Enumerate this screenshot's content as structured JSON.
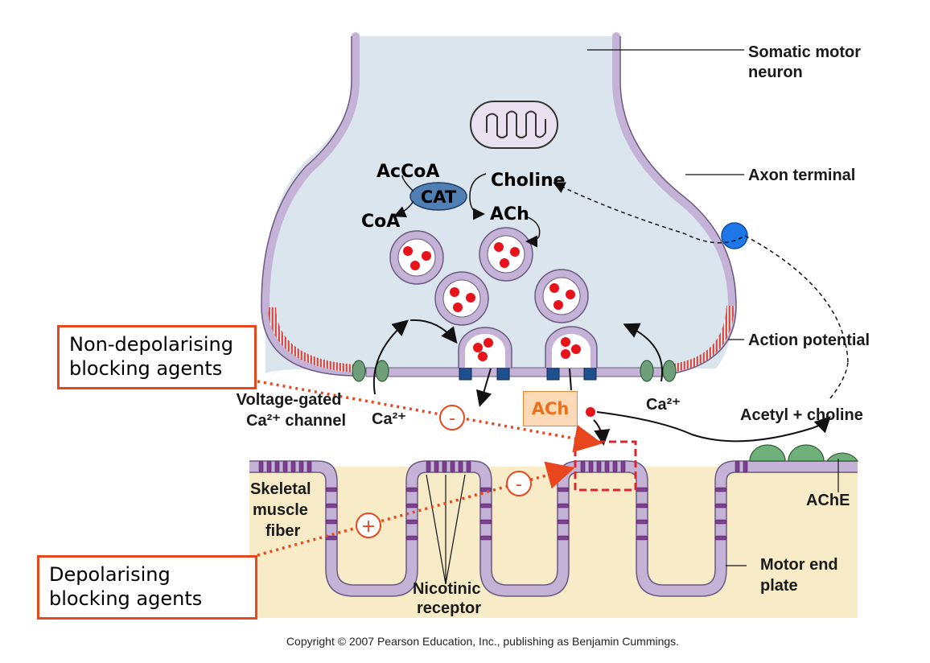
{
  "labels": {
    "somatic_motor_neuron": [
      "Somatic motor",
      "neuron"
    ],
    "axon_terminal": "Axon terminal",
    "action_potential": "Action potential",
    "voltage_gated": [
      "Voltage-gated",
      "Ca²⁺ channel"
    ],
    "ca_left": "Ca²⁺",
    "ca_right": "Ca²⁺",
    "acetyl_choline": "Acetyl + choline",
    "ache": "AChE",
    "skeletal_muscle": [
      "Skeletal",
      "muscle",
      "fiber"
    ],
    "nicotinic": [
      "Nicotinic",
      "receptor"
    ],
    "motor_end_plate": [
      "Motor end",
      "plate"
    ]
  },
  "pathway": {
    "accoa": "AcCoA",
    "cat": "CAT",
    "coa": "CoA",
    "choline": "Choline",
    "ach": "ACh"
  },
  "ach_tag": "ACh",
  "annotations": {
    "non_depolarising": [
      "Non-depolarising",
      "blocking agents"
    ],
    "depolarising": [
      "Depolarising",
      "blocking agents"
    ],
    "minus_1": "-",
    "minus_2": "-",
    "plus": "+"
  },
  "copyright": "Copyright © 2007 Pearson Education, Inc., publishing as Benjamin Cummings.",
  "colors": {
    "neuron_fill": "#dbe5ee",
    "membrane": "#c4b3d6",
    "vesicle_dot": "#e8121a",
    "cat_fill": "#4f7fb3",
    "transporter": "#1e77e6",
    "muscle_fill": "#f8ecc8",
    "receptor": "#7b3f8e",
    "annotation": "#e8471d",
    "ache_fill": "#6faf7a"
  }
}
